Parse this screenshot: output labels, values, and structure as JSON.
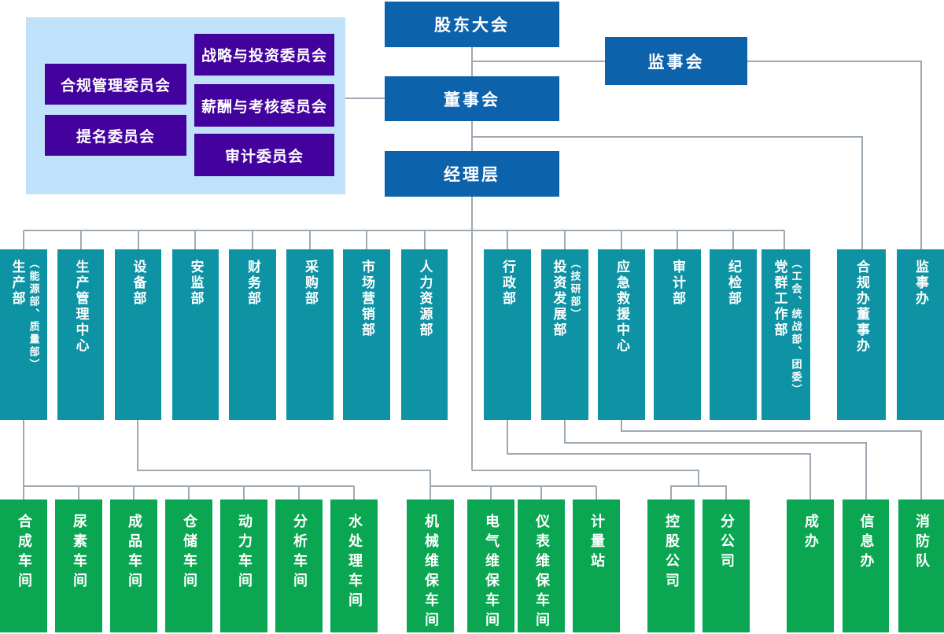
{
  "colors": {
    "primary-blue": "#0c62ab",
    "teal": "#0e93a4",
    "green": "#0aa651",
    "purple": "#43019e",
    "panel-blue": "#bfe1f9",
    "line-gray": "#9fa9b4",
    "text-white": "#ffffff"
  },
  "governance": {
    "shareholders_meeting": "股东大会",
    "supervisory_board": "监事会",
    "board_of_directors": "董事会",
    "management_level": "经理层"
  },
  "board_committees": {
    "items": [
      {
        "label": "合规管理委员会"
      },
      {
        "label": "提名委员会"
      },
      {
        "label": "战略与投资委员会"
      },
      {
        "label": "薪酬与考核委员会"
      },
      {
        "label": "审计委员会"
      }
    ]
  },
  "departments": {
    "items": [
      {
        "label": "生产部",
        "sub": "（能源部、质量部）"
      },
      {
        "label": "生产管理中心",
        "sub": ""
      },
      {
        "label": "设备部",
        "sub": ""
      },
      {
        "label": "安监部",
        "sub": ""
      },
      {
        "label": "财务部",
        "sub": ""
      },
      {
        "label": "采购部",
        "sub": ""
      },
      {
        "label": "市场营销部",
        "sub": ""
      },
      {
        "label": "人力资源部",
        "sub": ""
      },
      {
        "label": "行政部",
        "sub": ""
      },
      {
        "label": "投资发展部",
        "sub": "（技研部）"
      },
      {
        "label": "应急救援中心",
        "sub": ""
      },
      {
        "label": "审计部",
        "sub": ""
      },
      {
        "label": "纪检部",
        "sub": ""
      },
      {
        "label": "党群工作部",
        "sub": "（工会、统战部、团委）"
      },
      {
        "label": "合规办董事办",
        "sub": ""
      },
      {
        "label": "监事办",
        "sub": ""
      }
    ]
  },
  "subunits": {
    "items": [
      {
        "label": "合成车间"
      },
      {
        "label": "尿素车间"
      },
      {
        "label": "成品车间"
      },
      {
        "label": "仓储车间"
      },
      {
        "label": "动力车间"
      },
      {
        "label": "分析车间"
      },
      {
        "label": "水处理车间"
      },
      {
        "label": "机械维保车间"
      },
      {
        "label": "电气维保车间"
      },
      {
        "label": "仪表维保车间"
      },
      {
        "label": "计量站"
      },
      {
        "label": "控股公司"
      },
      {
        "label": "分公司"
      },
      {
        "label": "成办"
      },
      {
        "label": "信息办"
      },
      {
        "label": "消防队"
      }
    ]
  }
}
